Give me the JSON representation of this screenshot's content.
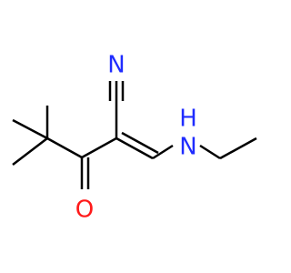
{
  "molecule": {
    "atoms": {
      "nitrile_nitrogen": "N",
      "amine_nitrogen": "N",
      "amine_hydrogen": "H",
      "carbonyl_oxygen": "O"
    },
    "colors": {
      "bond": "#000000",
      "nitrogen": "#1f2cff",
      "oxygen": "#ff1a1a"
    }
  }
}
